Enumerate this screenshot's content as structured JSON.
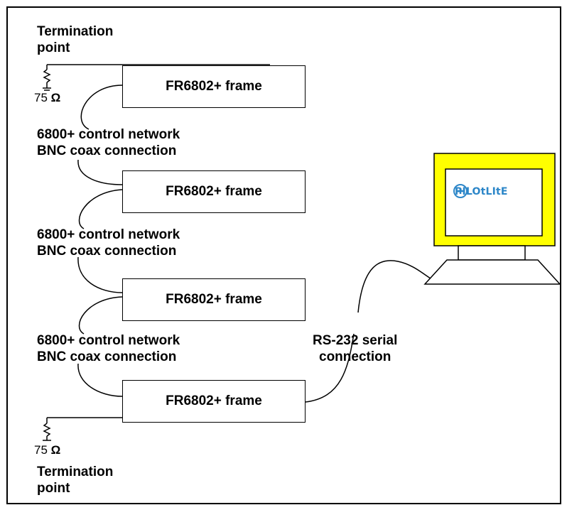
{
  "termination_top": {
    "line1": "Termination",
    "line2": "point"
  },
  "termination_bottom": {
    "line1": "Termination",
    "line2": "point"
  },
  "resistor_top": {
    "value": "75",
    "unit": "Ω"
  },
  "resistor_bottom": {
    "value": "75",
    "unit": "Ω"
  },
  "frames": [
    {
      "label": "FR6802+ frame"
    },
    {
      "label": "FR6802+ frame"
    },
    {
      "label": "FR6802+ frame"
    },
    {
      "label": "FR6802+ frame"
    }
  ],
  "connections": [
    {
      "line1": "6800+ control network",
      "line2": "BNC coax connection"
    },
    {
      "line1": "6800+ control network",
      "line2": "BNC coax connection"
    },
    {
      "line1": "6800+ control network",
      "line2": "BNC coax connection"
    }
  ],
  "serial": {
    "line1": "RS-232 serial",
    "line2": "connection"
  },
  "computer": {
    "logo_text": "PILOtLItE"
  },
  "colors": {
    "monitor_bezel": "#ffff00",
    "logo": "#2c86c8",
    "stroke": "#000000"
  }
}
